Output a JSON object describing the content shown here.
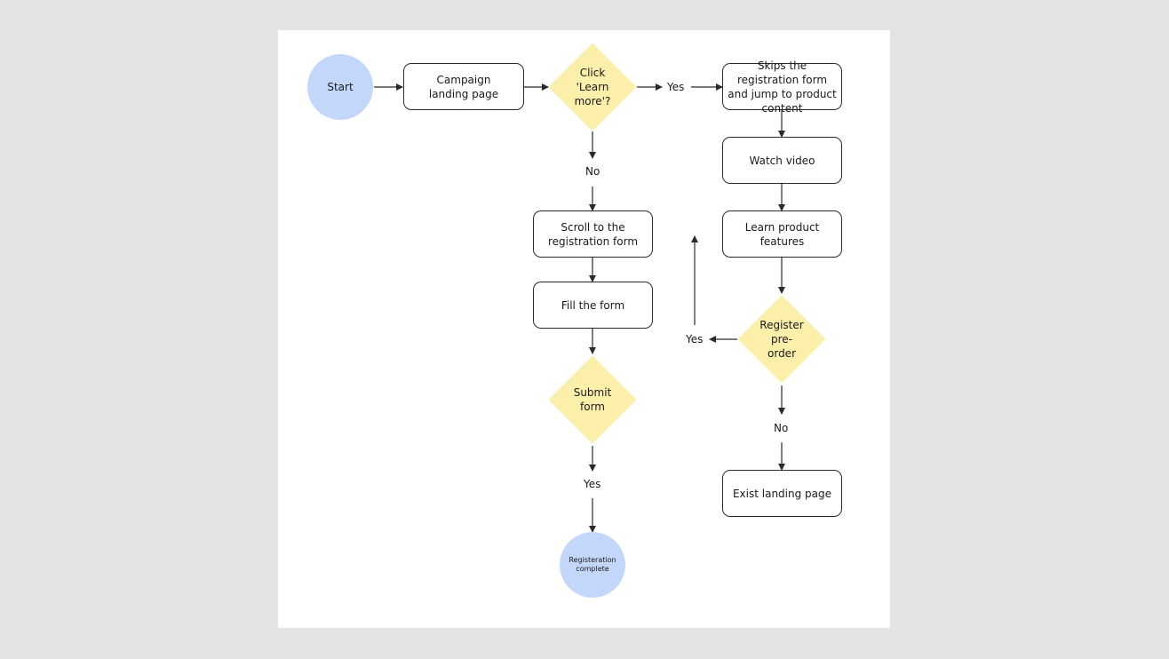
{
  "nodes": {
    "start": "Start",
    "campaign_landing": "Campaign landing page",
    "click_learn_more": "Click 'Learn more'?",
    "skip_registration": "Skips the registration form and jump to product content",
    "watch_video": "Watch video",
    "learn_features": "Learn product features",
    "register_preorder": "Register pre-order",
    "exit_landing": "Exist landing page",
    "scroll_form": "Scroll to the registration form",
    "fill_form": "Fill the form",
    "submit_form": "Submit form",
    "registration_complete": "Registeration complete"
  },
  "edge_labels": {
    "learn_more_yes": "Yes",
    "learn_more_no": "No",
    "preorder_yes": "Yes",
    "preorder_no": "No",
    "submit_yes": "Yes"
  },
  "colors": {
    "terminal_fill": "#c3d7fa",
    "decision_fill": "#fbefa9",
    "process_border": "#2b2b2b",
    "canvas_bg": "#ffffff",
    "page_bg": "#e4e4e4"
  }
}
